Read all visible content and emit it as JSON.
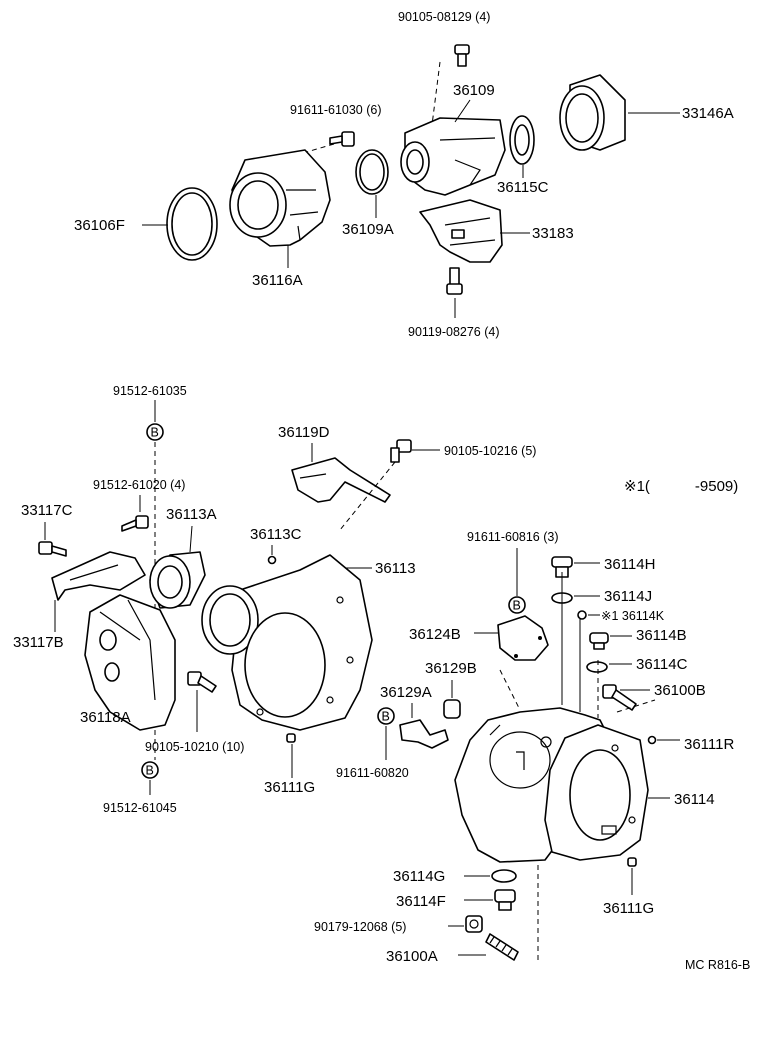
{
  "diagram": {
    "labels": {
      "p90105_08129": "90105-08129 (4)",
      "p36109": "36109",
      "p33146A": "33146A",
      "p91611_61030": "91611-61030 (6)",
      "p36115C": "36115C",
      "p36106F": "36106F",
      "p36109A": "36109A",
      "p33183": "33183",
      "p36116A": "36116A",
      "p90119_08276": "90119-08276 (4)",
      "p91512_61035": "91512-61035",
      "p36119D": "36119D",
      "p90105_10216": "90105-10216 (5)",
      "note": "※1(　　　-9509)",
      "p33117C": "33117C",
      "p91512_61020": "91512-61020 (4)",
      "p36113A": "36113A",
      "p36113C": "36113C",
      "p36113": "36113",
      "p91611_60816": "91611-60816 (3)",
      "p36114H": "36114H",
      "p36114J": "36114J",
      "p36114K": "※1 36114K",
      "p33117B": "33117B",
      "p36124B": "36124B",
      "p36114B": "36114B",
      "p36129B": "36129B",
      "p36114C": "36114C",
      "p36129A": "36129A",
      "p36100B": "36100B",
      "p36118A": "36118A",
      "p90105_10210": "90105-10210 (10)",
      "p36111R": "36111R",
      "p36114": "36114",
      "p36111G_a": "36111G",
      "p91611_60820": "91611-60820",
      "p91512_61045": "91512-61045",
      "p36114G": "36114G",
      "p36114F": "36114F",
      "p36111G_b": "36111G",
      "p90179_12068": "90179-12068 (5)",
      "p36100A": "36100A",
      "ref_code": "MC R816-B"
    },
    "marker_letter": "B"
  }
}
